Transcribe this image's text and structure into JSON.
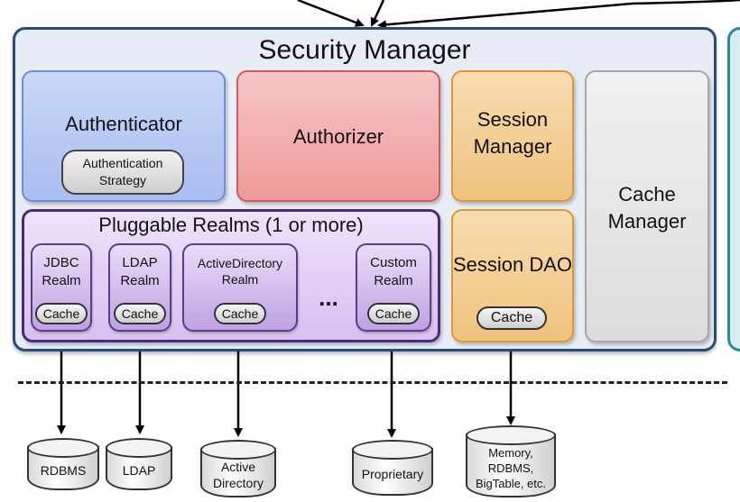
{
  "security_manager": {
    "title": "Security Manager"
  },
  "authenticator": {
    "label": "Authenticator",
    "strategy_label": "Authentication Strategy"
  },
  "authorizer": {
    "label": "Authorizer"
  },
  "session_manager": {
    "label": "Session Manager"
  },
  "cache_manager": {
    "label": "Cache Manager"
  },
  "realms": {
    "title": "Pluggable Realms (1 or more)",
    "ellipsis": "...",
    "items": [
      {
        "label": "JDBC Realm",
        "cache": "Cache"
      },
      {
        "label": "LDAP Realm",
        "cache": "Cache"
      },
      {
        "label": "ActiveDirectory Realm",
        "cache": "Cache"
      },
      {
        "label": "Custom Realm",
        "cache": "Cache"
      }
    ]
  },
  "session_dao": {
    "label": "Session DAO",
    "cache": "Cache"
  },
  "data_stores": [
    {
      "label": "RDBMS"
    },
    {
      "label": "LDAP"
    },
    {
      "label": "Active Directory"
    },
    {
      "label": "Proprietary"
    },
    {
      "label": "Memory, RDBMS, BigTable, etc."
    }
  ],
  "colors": {
    "frame": "#2b4a7c",
    "authenticator": "#a9bdf0",
    "authorizer": "#ee9a9a",
    "session": "#f0c27d",
    "cache_manager": "#dcdcdc",
    "realms": "#d8c0f1"
  }
}
